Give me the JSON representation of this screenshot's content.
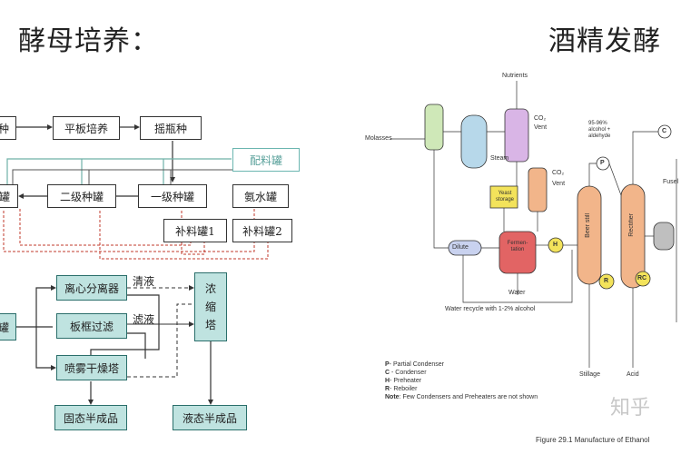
{
  "headings": {
    "left": "酵母培养：",
    "right": "酒精发酵"
  },
  "left_diagram": {
    "top_row": [
      "种",
      "平板培养",
      "摇瓶种"
    ],
    "mid_row": [
      "罐",
      "二级种罐",
      "一级种罐"
    ],
    "peiliao": "配料罐",
    "anshui": "氨水罐",
    "buliao1": "补料罐1",
    "buliao2": "补料罐2",
    "tank_left": "罐",
    "lixin": "离心分离器",
    "banku": "板框过滤",
    "penwu": "喷雾干燥塔",
    "guti": "固态半成品",
    "nongsuo": [
      "浓",
      "缩",
      "塔"
    ],
    "yeti": "液态半成品",
    "xiaqingye": "清液",
    "lvye": "滤液"
  },
  "right_diagram": {
    "labels": {
      "nutrients": "Nutrients",
      "molasses": "Molasses",
      "co2_a": "CO₂",
      "vent": "Vent",
      "steam": "Steam",
      "co2_b": "CO₂",
      "vent_b": "Vent",
      "yeast_storage": "Yeast storage",
      "dilute": "Dilute",
      "fermentation": "Fermen-tation",
      "water": "Water",
      "water_recycle": "Water recycle with 1-2% alcohol",
      "stillage": "Stillage",
      "acid": "Acid",
      "beer_still": "Beer still",
      "rectifier": "Rectifier",
      "alc_note": "95-96% alcohol + aldehyde",
      "fusel": "Fusel",
      "p": "P",
      "c": "C",
      "h": "H",
      "r": "R",
      "rc": "RC"
    },
    "legend": [
      {
        "key": "P",
        "text": "- Partial Condenser"
      },
      {
        "key": "C",
        "text": " - Condenser"
      },
      {
        "key": "H",
        "text": "- Preheater"
      },
      {
        "key": "R",
        "text": "- Reboiler"
      },
      {
        "key": "Note",
        "text": ": Few Condensers and Preheaters are not shown"
      }
    ],
    "caption": "Figure 29.1 Manufacture of Ethanol"
  },
  "watermark": "知乎",
  "colors": {
    "teal_fill": "#bfe3e0",
    "teal_border": "#6bb6b0",
    "red_dashed": "#c0392b",
    "green_line": "#6fb0a8",
    "vessel_green": "#cfe8b8",
    "vessel_blue": "#b7d8ea",
    "vessel_purple": "#d9b5e6",
    "vessel_orange": "#f2b58a",
    "fermenter_red": "#e26464",
    "yeast_yellow": "#f3e35b"
  }
}
